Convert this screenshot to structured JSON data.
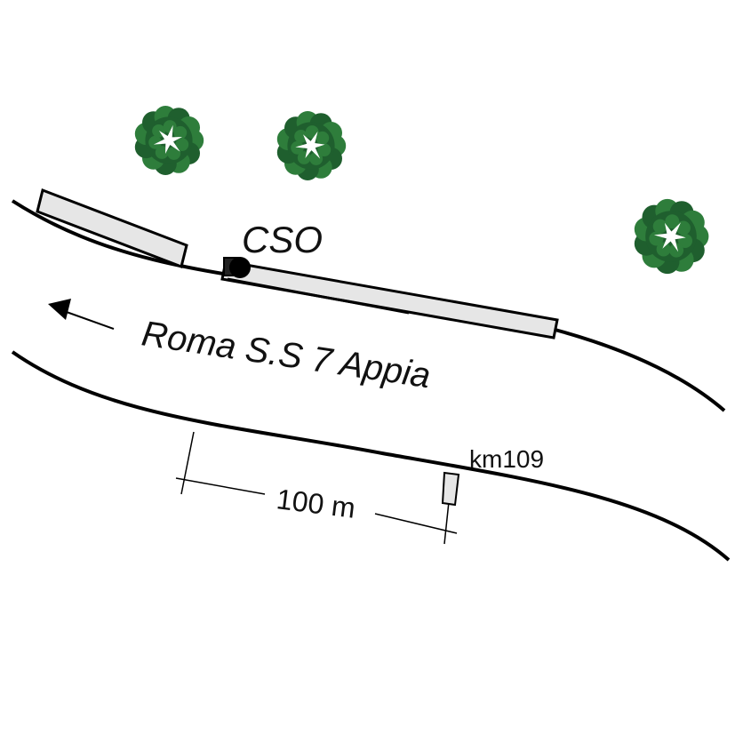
{
  "map": {
    "road_label": "Roma  S.S 7 Appia",
    "site_label": "CSO",
    "km_marker_label": "km109",
    "scale_label": "100 m"
  },
  "colors": {
    "road_edge": "#000000",
    "structure_fill": "#e6e6e6",
    "tree_dark": "#1f5f2e",
    "tree_light": "#2e7d3b",
    "tree_mark": "#ffffff"
  }
}
